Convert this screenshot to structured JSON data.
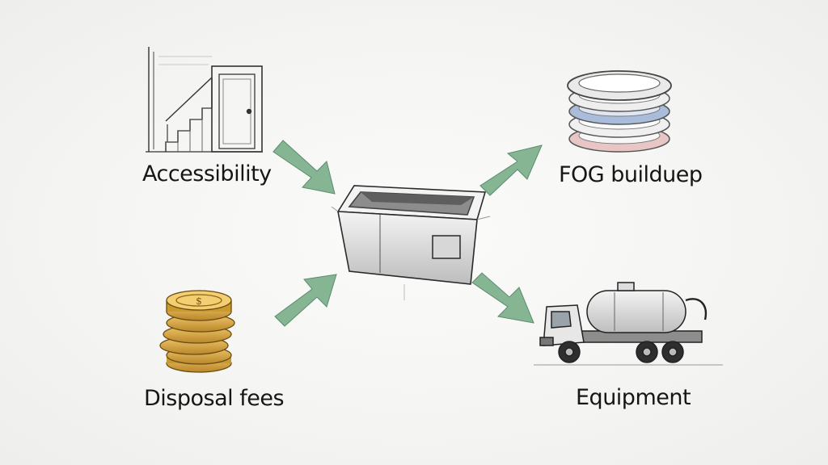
{
  "labels": {
    "accessibility": "Accessibility",
    "fog_buildup": "FOG builduep",
    "disposal_fees": "Disposal fees",
    "equipment": "Equipment"
  },
  "icons": {
    "accessibility": "stairs-door-icon",
    "fog_buildup": "stacked-rings-icon",
    "disposal_fees": "coin-stack-icon",
    "equipment": "vacuum-truck-icon",
    "center": "grease-trap-icon"
  },
  "colors": {
    "arrow": "#7fae8c",
    "coin": "#c99a2e",
    "ring_blue": "#8fa6c8",
    "ring_red": "#c98c8c"
  }
}
